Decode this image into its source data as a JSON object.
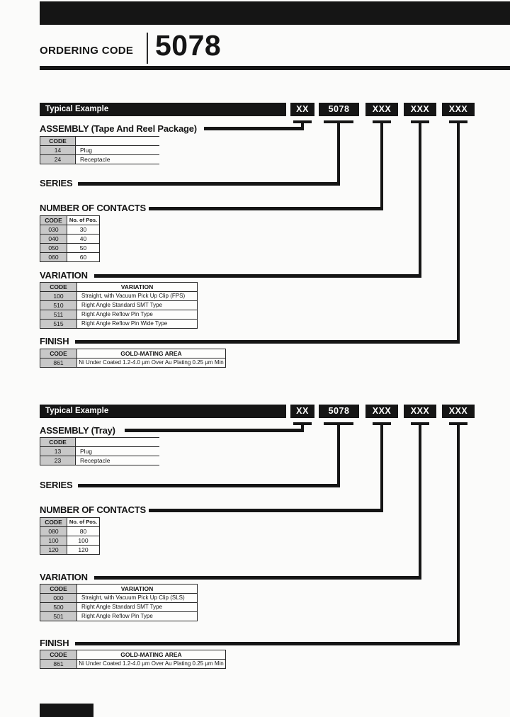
{
  "page": {
    "brand": "ORDERING CODE",
    "part_number": "5078"
  },
  "colors": {
    "ink": "#151515",
    "table_header_bg": "#c8c8c8",
    "paper": "#fbfbfa"
  },
  "sections": [
    {
      "example_label": "Typical Example",
      "code_boxes": [
        "XX",
        "5078",
        "XXX",
        "XXX",
        "XXX"
      ],
      "assembly": {
        "title": "ASSEMBLY (Tape And Reel Package)",
        "code_header": "CODE",
        "rows": [
          {
            "code": "14",
            "label": "Plug"
          },
          {
            "code": "24",
            "label": "Receptacle"
          }
        ]
      },
      "series_title": "SERIES",
      "contacts": {
        "title": "NUMBER OF CONTACTS",
        "headers": [
          "CODE",
          "No. of Pos."
        ],
        "rows": [
          {
            "code": "030",
            "pos": "30"
          },
          {
            "code": "040",
            "pos": "40"
          },
          {
            "code": "050",
            "pos": "50"
          },
          {
            "code": "060",
            "pos": "60"
          }
        ]
      },
      "variation": {
        "title": "VARIATION",
        "headers": [
          "CODE",
          "VARIATION"
        ],
        "rows": [
          {
            "code": "100",
            "label": "Straight, with Vacuum Pick Up Clip (FPS)"
          },
          {
            "code": "510",
            "label": "Right Angle Standard SMT Type"
          },
          {
            "code": "511",
            "label": "Right Angle Reflow Pin Type"
          },
          {
            "code": "515",
            "label": "Right Angle Reflow Pin Wide Type"
          }
        ]
      },
      "finish": {
        "title": "FINISH",
        "headers": [
          "CODE",
          "GOLD-MATING AREA"
        ],
        "rows": [
          {
            "code": "861",
            "label": "Ni Under Coated 1.2-4.0 μm Over Au Plating 0.25 μm Min"
          }
        ]
      }
    },
    {
      "example_label": "Typical Example",
      "code_boxes": [
        "XX",
        "5078",
        "XXX",
        "XXX",
        "XXX"
      ],
      "assembly": {
        "title": "ASSEMBLY (Tray)",
        "code_header": "CODE",
        "rows": [
          {
            "code": "13",
            "label": "Plug"
          },
          {
            "code": "23",
            "label": "Receptacle"
          }
        ]
      },
      "series_title": "SERIES",
      "contacts": {
        "title": "NUMBER OF CONTACTS",
        "headers": [
          "CODE",
          "No. of Pos."
        ],
        "rows": [
          {
            "code": "080",
            "pos": "80"
          },
          {
            "code": "100",
            "pos": "100"
          },
          {
            "code": "120",
            "pos": "120"
          }
        ]
      },
      "variation": {
        "title": "VARIATION",
        "headers": [
          "CODE",
          "VARIATION"
        ],
        "rows": [
          {
            "code": "000",
            "label": "Straight, with Vacuum Pick Up Clip (SLS)"
          },
          {
            "code": "500",
            "label": "Right Angle Standard SMT Type"
          },
          {
            "code": "501",
            "label": "Right Angle Reflow Pin Type"
          }
        ]
      },
      "finish": {
        "title": "FINISH",
        "headers": [
          "CODE",
          "GOLD-MATING AREA"
        ],
        "rows": [
          {
            "code": "861",
            "label": "Ni Under Coated 1.2-4.0 μm Over Au Plating 0.25 μm Min"
          }
        ]
      }
    }
  ]
}
